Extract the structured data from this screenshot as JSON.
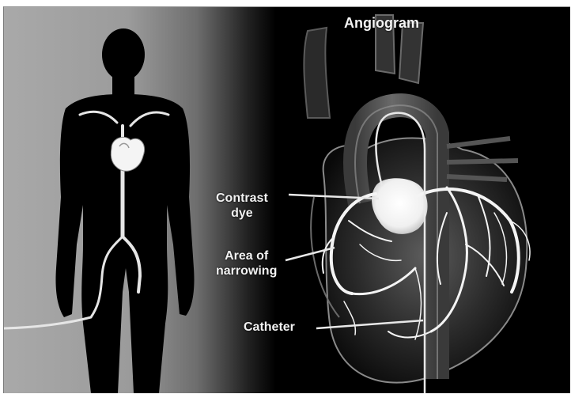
{
  "diagram": {
    "title": "Angiogram",
    "labels": {
      "contrast_dye": "Contrast\ndye",
      "area_of_narrowing": "Area of\nnarrowing",
      "catheter": "Catheter"
    }
  }
}
